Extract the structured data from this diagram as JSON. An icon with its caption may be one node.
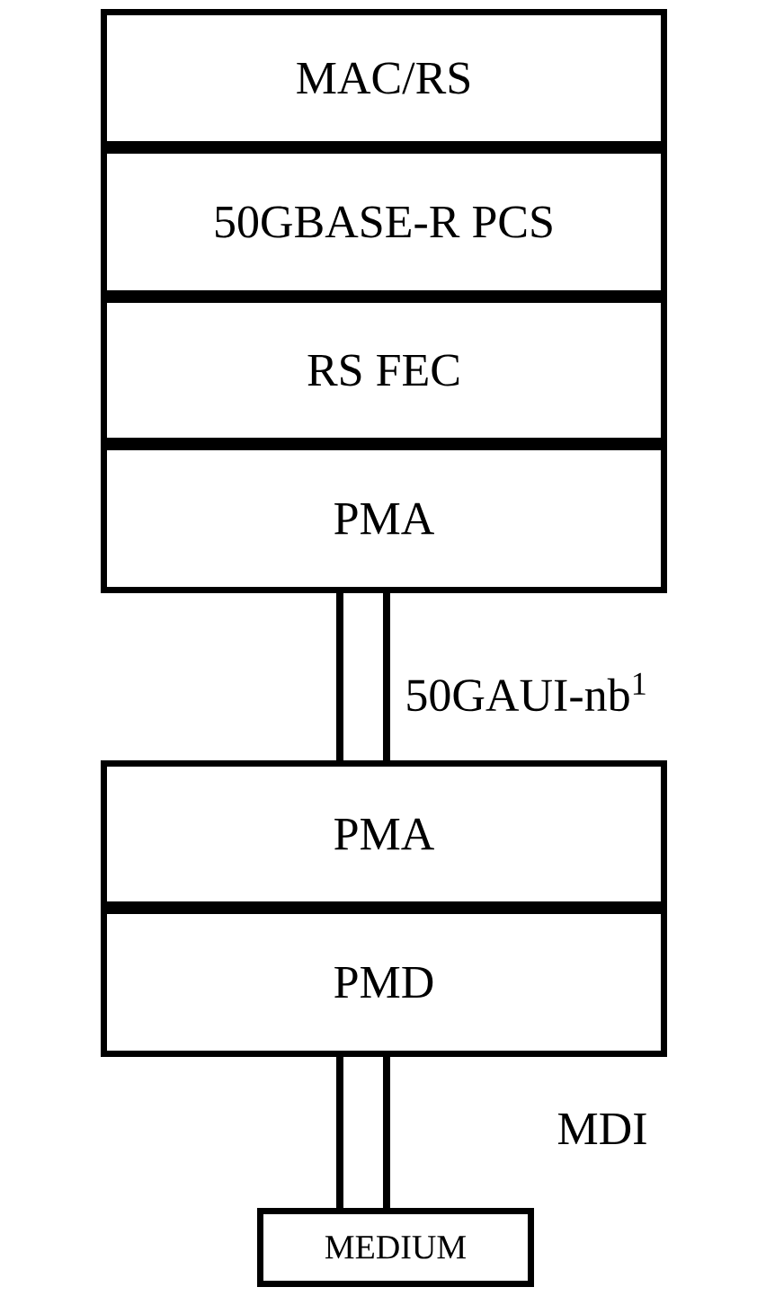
{
  "diagram": {
    "nodes": [
      {
        "text": [
          "MAC/RS"
        ]
      },
      {
        "text": [
          "50GBASE-R PCS"
        ]
      },
      {
        "text": [
          "RS FEC"
        ]
      },
      {
        "text": [
          "PMA"
        ]
      },
      {
        "text": [
          "PMA"
        ]
      },
      {
        "text": [
          "PMD"
        ]
      },
      {
        "text": [
          "MEDIUM"
        ]
      }
    ],
    "edges": [
      {
        "from": 3,
        "to": 4,
        "arrow": "none",
        "label": "50GAUI-nb$^{1}$"
      },
      {
        "from": 5,
        "to": 6,
        "arrow": "none",
        "label": "MDI"
      }
    ]
  }
}
